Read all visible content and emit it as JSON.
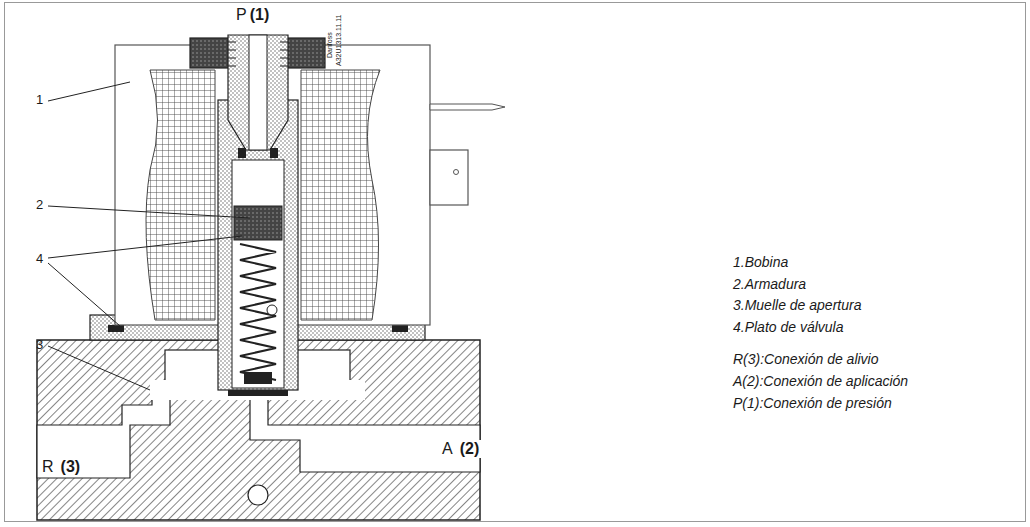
{
  "diagram": {
    "labels": [
      "P",
      "(1)",
      "Danfoss",
      "A32U1313.11.11",
      "1",
      "2",
      "4",
      "3",
      "R",
      "(3)",
      "A",
      "(2)",
      "1.Bobina",
      "2.Armadura",
      "3.Muelle de apertura",
      "4.Plato de válvula",
      "R(3):Conexión de alivio",
      "A(2):Conexión de aplicación",
      "P(1):Conexión de presión"
    ]
  }
}
